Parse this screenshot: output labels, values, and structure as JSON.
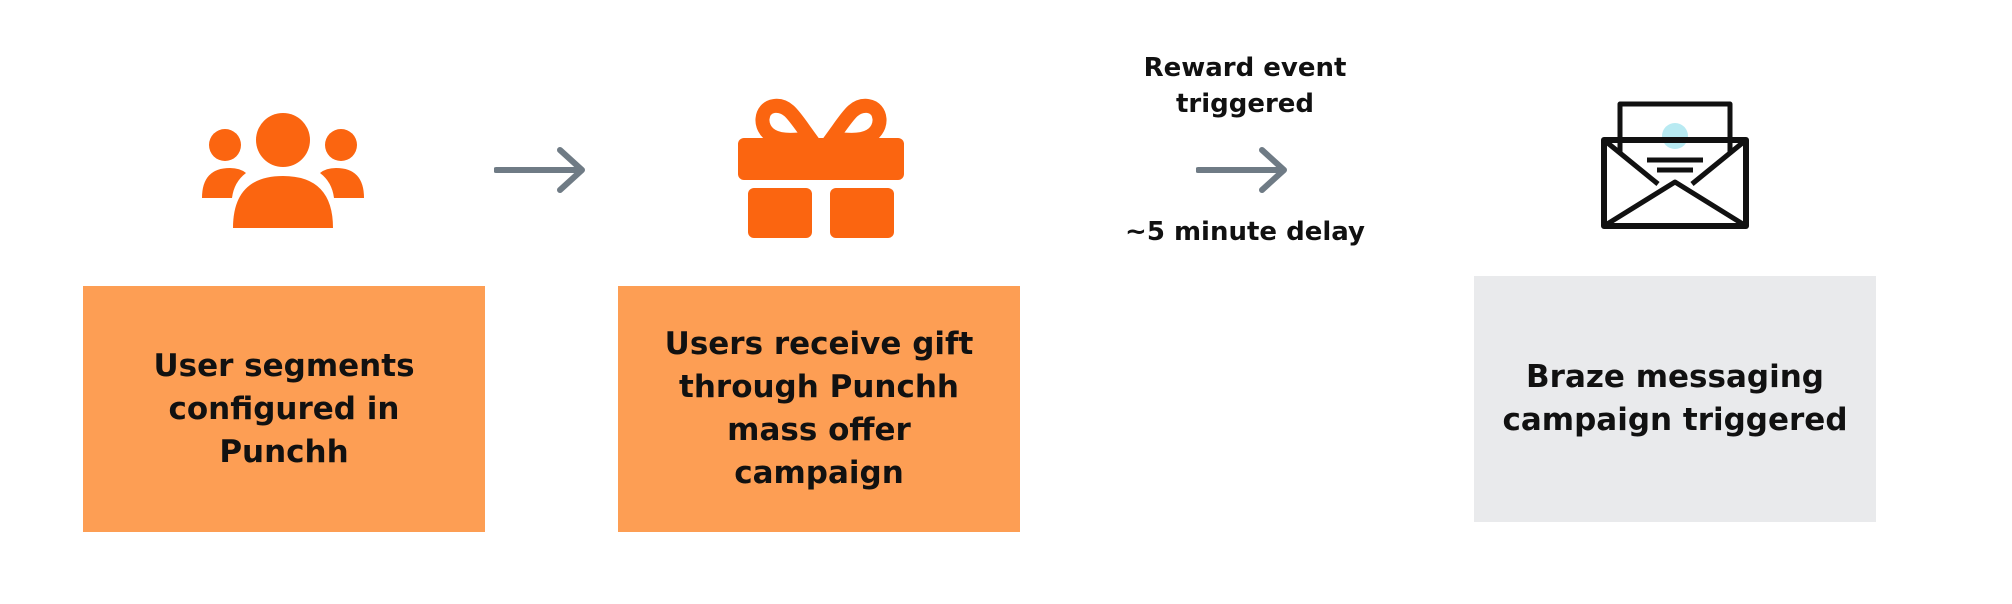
{
  "steps": [
    {
      "label": "User segments configured in Punchh",
      "icon": "users-icon"
    },
    {
      "label": "Users receive gift through Punchh mass offer campaign",
      "icon": "gift-icon"
    },
    {
      "label": "Braze messaging campaign triggered",
      "icon": "envelope-icon"
    }
  ],
  "connector": {
    "event_label": "Reward event triggered",
    "delay_label": "~5 minute delay"
  },
  "colors": {
    "accent": "#fb6510",
    "box_orange": "#fd9e54",
    "box_gray": "#e9eaec",
    "arrow": "#6f7b85",
    "envelope_dot": "#b8eaf2"
  }
}
